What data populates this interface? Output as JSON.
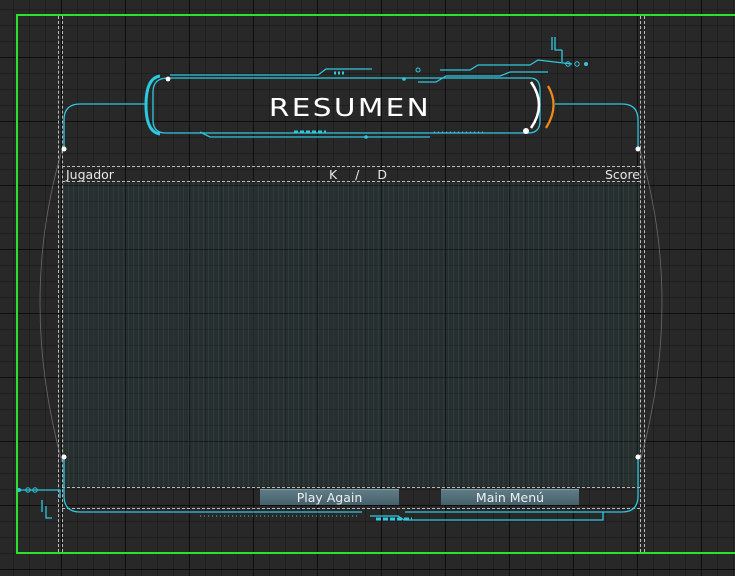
{
  "screen": {
    "title": "RESUMEN"
  },
  "table": {
    "columns": {
      "player": "Jugador",
      "kd": "K / D",
      "score": "Score"
    },
    "rows": []
  },
  "buttons": {
    "play_again": "Play Again",
    "main_menu": "Main Menú"
  },
  "colors": {
    "accent_cyan": "#2ec8e0",
    "accent_orange": "#f08a1a",
    "guide_green": "#2ee02e",
    "button_fill": "#52707a"
  }
}
